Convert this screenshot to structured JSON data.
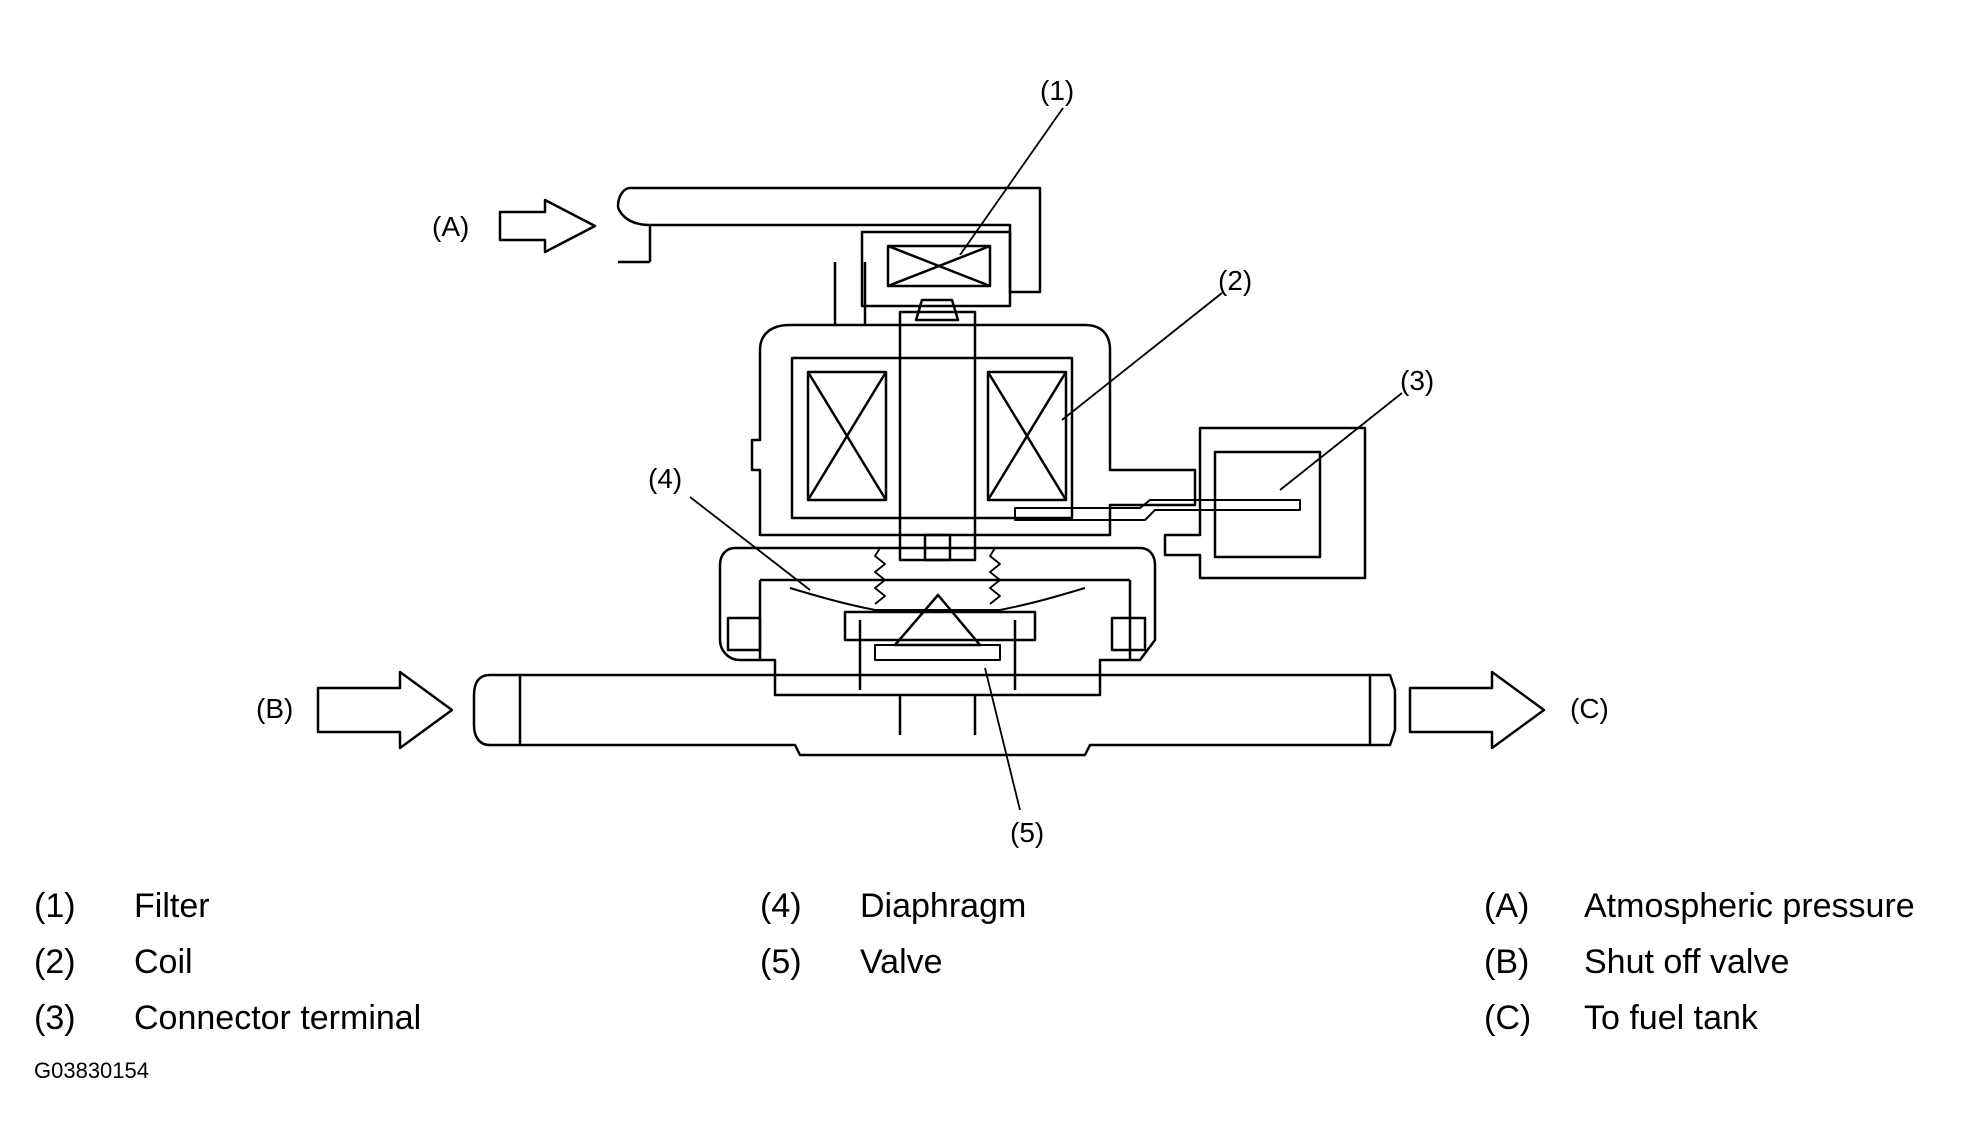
{
  "callouts": {
    "c1": "(1)",
    "c2": "(2)",
    "c3": "(3)",
    "c4": "(4)",
    "c5": "(5)",
    "a": "(A)",
    "b": "(B)",
    "c": "(C)"
  },
  "legend": {
    "col1": [
      {
        "code": "(1)",
        "label": "Filter"
      },
      {
        "code": "(2)",
        "label": "Coil"
      },
      {
        "code": "(3)",
        "label": "Connector terminal"
      }
    ],
    "col2": [
      {
        "code": "(4)",
        "label": "Diaphragm"
      },
      {
        "code": "(5)",
        "label": "Valve"
      }
    ],
    "col3": [
      {
        "code": "(A)",
        "label": "Atmospheric pressure"
      },
      {
        "code": "(B)",
        "label": "Shut off valve"
      },
      {
        "code": "(C)",
        "label": "To fuel tank"
      }
    ]
  },
  "figure_id": "G03830154"
}
